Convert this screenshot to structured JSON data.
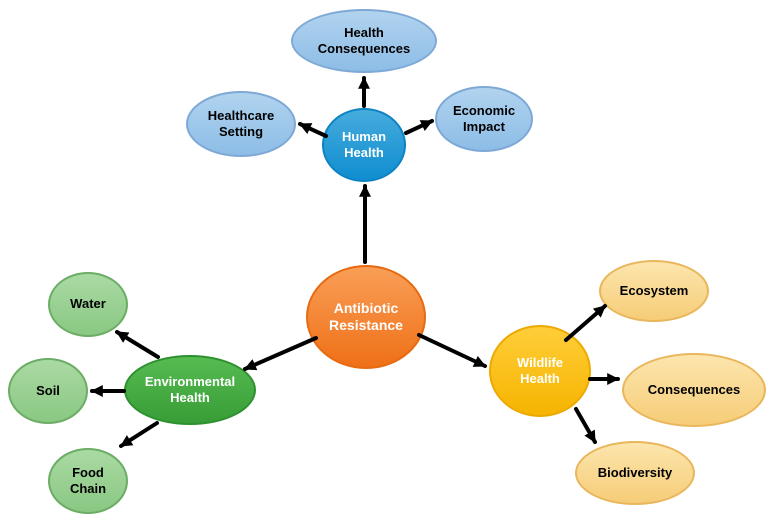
{
  "diagram": {
    "type": "concept-map",
    "background": "#ffffff",
    "arrow_color": "#000000"
  },
  "palette": {
    "center_orange": "#f0761f",
    "human_branch_blue": "#1b96d3",
    "human_leaf_light_blue": "#9dc5e9",
    "environment_branch_green": "#43a942",
    "environment_leaf_light_green": "#9ad193",
    "wildlife_branch_gold": "#f9bb07",
    "wildlife_leaf_light_amber": "#f9d893"
  },
  "nodes": {
    "antibiotic_resistance": {
      "label": "Antibiotic Resistance"
    },
    "human_health": {
      "label": "Human Health"
    },
    "health_consequences": {
      "label": "Health Consequences"
    },
    "healthcare_setting": {
      "label": "Healthcare Setting"
    },
    "economic_impact": {
      "label": "Economic Impact"
    },
    "environmental_health": {
      "label": "Environmental Health"
    },
    "water": {
      "label": "Water"
    },
    "soil": {
      "label": "Soil"
    },
    "food_chain": {
      "label": "Food Chain"
    },
    "wildlife_health": {
      "label": "Wildlife Health"
    },
    "ecosystem": {
      "label": "Ecosystem"
    },
    "consequences": {
      "label": "Consequences"
    },
    "biodiversity": {
      "label": "Biodiversity"
    }
  },
  "edges": [
    {
      "from": "antibiotic_resistance",
      "to": "human_health"
    },
    {
      "from": "antibiotic_resistance",
      "to": "environmental_health"
    },
    {
      "from": "antibiotic_resistance",
      "to": "wildlife_health"
    },
    {
      "from": "human_health",
      "to": "health_consequences"
    },
    {
      "from": "human_health",
      "to": "healthcare_setting"
    },
    {
      "from": "human_health",
      "to": "economic_impact"
    },
    {
      "from": "environmental_health",
      "to": "water"
    },
    {
      "from": "environmental_health",
      "to": "soil"
    },
    {
      "from": "environmental_health",
      "to": "food_chain"
    },
    {
      "from": "wildlife_health",
      "to": "ecosystem"
    },
    {
      "from": "wildlife_health",
      "to": "consequences"
    },
    {
      "from": "wildlife_health",
      "to": "biodiversity"
    }
  ]
}
